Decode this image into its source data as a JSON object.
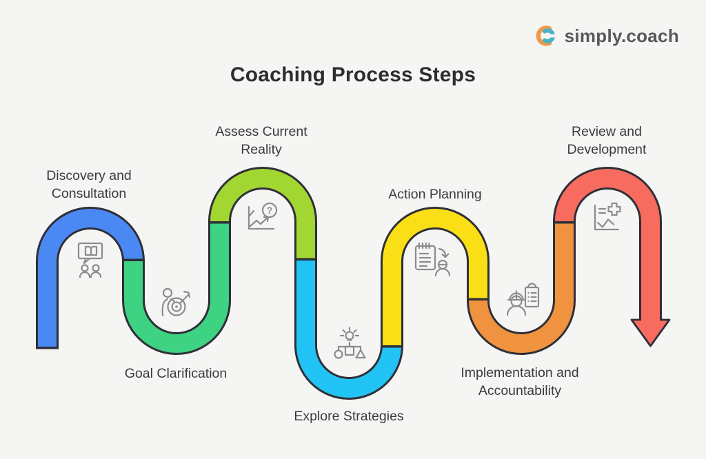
{
  "header": {
    "title": "Coaching Process Steps"
  },
  "logo": {
    "text": "simply.coach",
    "icon": "simply-coach-logo-icon",
    "orange": "#ef9a4a",
    "teal": "#49b2c7",
    "text_color": "#57585b"
  },
  "snake": {
    "outline_color": "#2f2f38"
  },
  "icons": {
    "color": "#8c8c8c",
    "question_mark": "?"
  },
  "steps": [
    {
      "label": "Discovery and Consultation",
      "color": "#4a89f3",
      "icon": "speech-bubble-book-people-icon"
    },
    {
      "label": "Goal Clarification",
      "color": "#3ed283",
      "icon": "person-target-dart-icon"
    },
    {
      "label": "Assess Current Reality",
      "color": "#a2d631",
      "icon": "chart-question-icon"
    },
    {
      "label": "Explore Strategies",
      "color": "#22c3f5",
      "icon": "lightbulb-flowchart-icon"
    },
    {
      "label": "Action Planning",
      "color": "#fbdf16",
      "icon": "notepad-assign-person-icon"
    },
    {
      "label": "Implementation and Accountability",
      "color": "#ef9340",
      "icon": "worker-checklist-icon"
    },
    {
      "label": "Review and Development",
      "color": "#f76c5f",
      "icon": "chart-plus-icon"
    }
  ]
}
